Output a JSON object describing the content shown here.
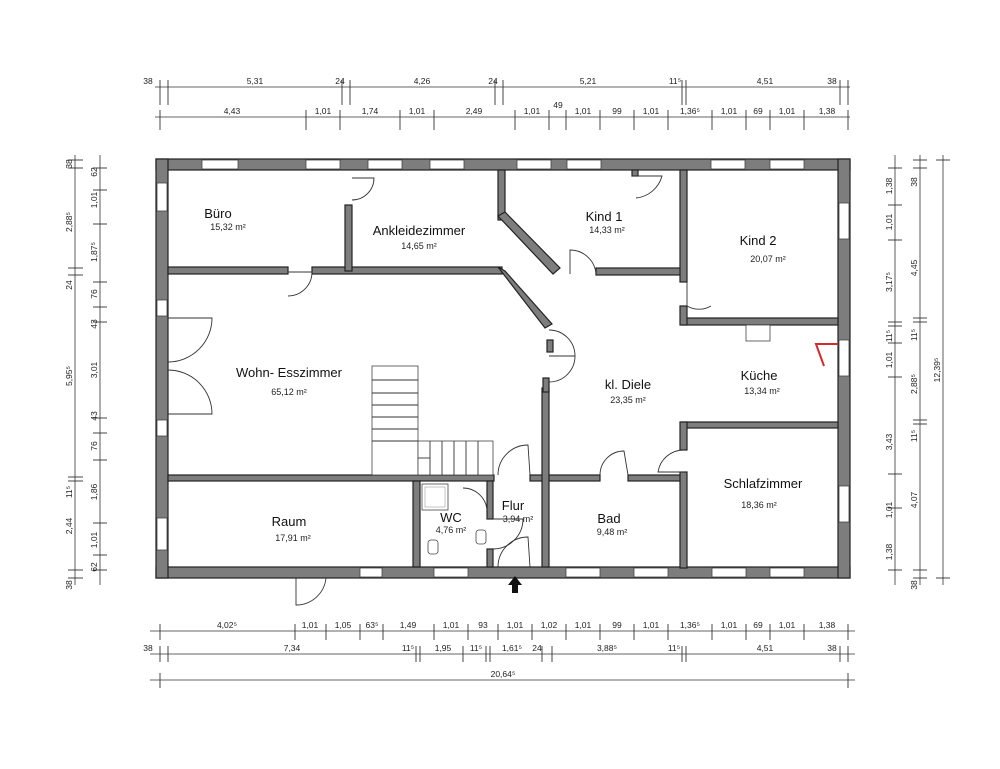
{
  "rooms": {
    "buero": {
      "name": "Büro",
      "area": "15,32 m²"
    },
    "ankleide": {
      "name": "Ankleidezimmer",
      "area": "14,65 m²"
    },
    "kind1": {
      "name": "Kind 1",
      "area": "14,33 m²"
    },
    "kind2": {
      "name": "Kind 2",
      "area": "20,07 m²"
    },
    "wohnen": {
      "name": "Wohn- Esszimmer",
      "area": "65,12 m²"
    },
    "diele": {
      "name": "kl. Diele",
      "area": "23,35 m²"
    },
    "kueche": {
      "name": "Küche",
      "area": "13,34 m²"
    },
    "raum": {
      "name": "Raum",
      "area": "17,91 m²"
    },
    "wc": {
      "name": "WC",
      "area": "4,76 m²"
    },
    "flur": {
      "name": "Flur",
      "area": "3,94 m²"
    },
    "bad": {
      "name": "Bad",
      "area": "9,48 m²"
    },
    "schlaf": {
      "name": "Schlafzimmer",
      "area": "18,36 m²"
    }
  },
  "dimensions": {
    "top_row1": [
      "38",
      "5,31",
      "24",
      "4,26",
      "24",
      "5,21",
      "11⁵",
      "4,51",
      "38"
    ],
    "top_row2": [
      "4,43",
      "1,01",
      "1,74",
      "1,01",
      "2,49",
      "1,01",
      "49",
      "1,01",
      "99",
      "1,01",
      "1,36⁵",
      "1,01",
      "69",
      "1,01",
      "1,38"
    ],
    "bottom_row1": [
      "4,02⁵",
      "1,01",
      "1,05",
      "63⁵",
      "1,49",
      "1,01",
      "93",
      "1,01",
      "1,02",
      "1,01",
      "99",
      "1,01",
      "1,36⁵",
      "1,01",
      "69",
      "1,01",
      "1,38"
    ],
    "bottom_row2": [
      "38",
      "7,34",
      "11⁵",
      "1,95",
      "11⁵",
      "1,61⁵",
      "24",
      "3,88⁵",
      "11⁵",
      "4,51",
      "38"
    ],
    "bottom_total": "20,64⁵",
    "left_outer": [
      "38",
      "2,88⁵",
      "24",
      "5,95⁵",
      "11⁵",
      "2,44",
      "38"
    ],
    "left_inner": [
      "62",
      "1,01",
      "1,87⁵",
      "76",
      "43",
      "3,01",
      "43",
      "76",
      "1,86",
      "1,01",
      "62"
    ],
    "right_inner": [
      "1,38",
      "1,01",
      "3,17⁵",
      "11⁵",
      "1,01",
      "3,43",
      "1,01",
      "1,38"
    ],
    "right_mid": [
      "38",
      "4,45",
      "11⁵",
      "2,88⁵",
      "11⁵",
      "4,07",
      "38"
    ],
    "right_total": "12,39⁵"
  }
}
